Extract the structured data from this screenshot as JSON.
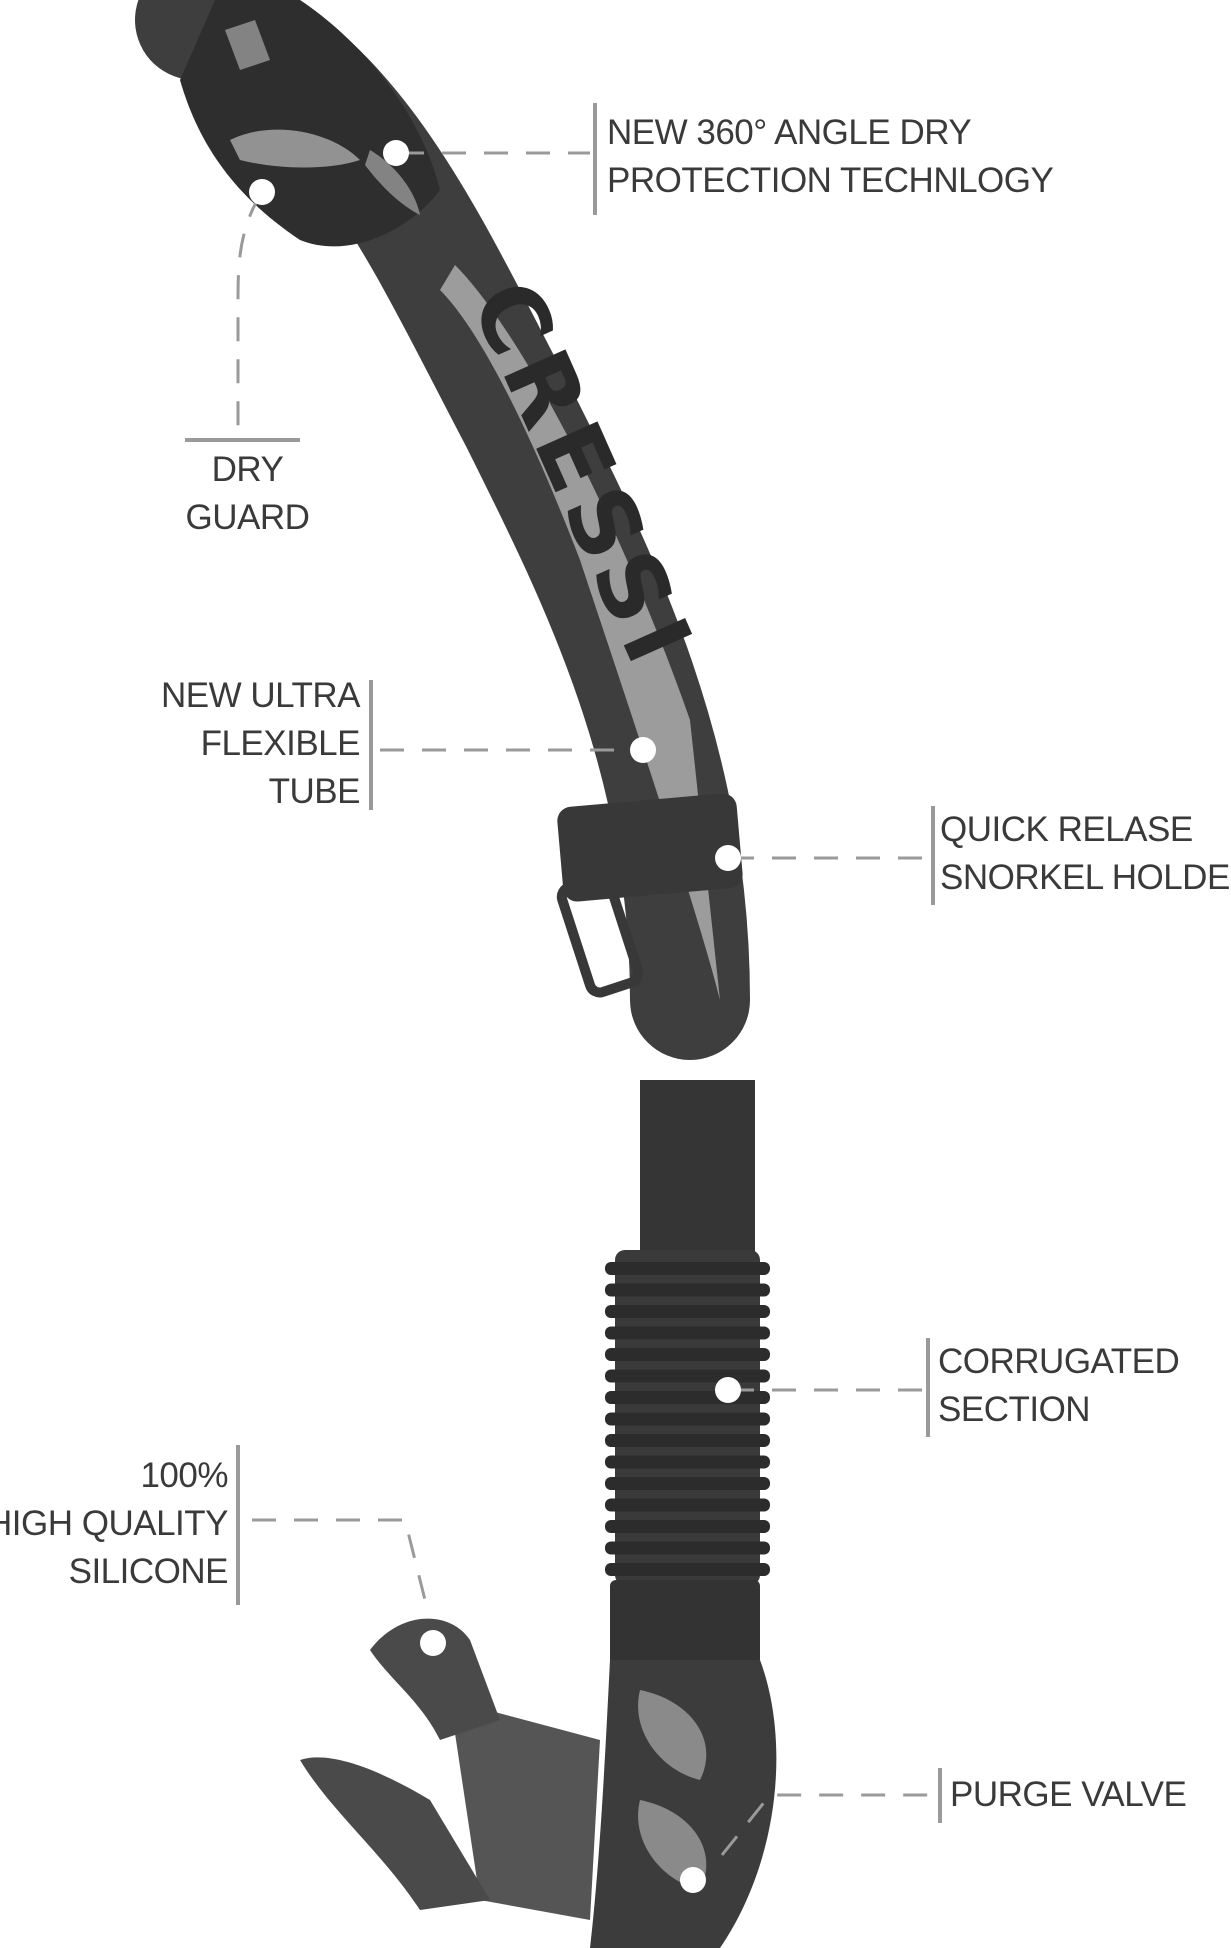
{
  "brand_logo": "CRESSI",
  "callouts": [
    {
      "id": "dry-protection",
      "lines": [
        "NEW 360° ANGLE DRY",
        "PROTECTION TECHNLOGY"
      ]
    },
    {
      "id": "dry-guard",
      "lines": [
        "DRY",
        "GUARD"
      ]
    },
    {
      "id": "flexible-tube",
      "lines": [
        "NEW ULTRA",
        "FLEXIBLE",
        "TUBE"
      ]
    },
    {
      "id": "snorkel-holder",
      "lines": [
        "QUICK RELASE",
        "SNORKEL HOLDER"
      ]
    },
    {
      "id": "corrugated-section",
      "lines": [
        "CORRUGATED",
        "SECTION"
      ]
    },
    {
      "id": "silicone",
      "lines": [
        "100%",
        "HIGH QUALITY",
        "SILICONE"
      ]
    },
    {
      "id": "purge-valve",
      "lines": [
        "PURGE VALVE"
      ]
    }
  ],
  "colors": {
    "background": "#ffffff",
    "text": "#3a3a3a",
    "leader_line": "#9a9a9a",
    "snorkel_body": "#4a4a4a",
    "snorkel_light": "#9c9c9c"
  }
}
